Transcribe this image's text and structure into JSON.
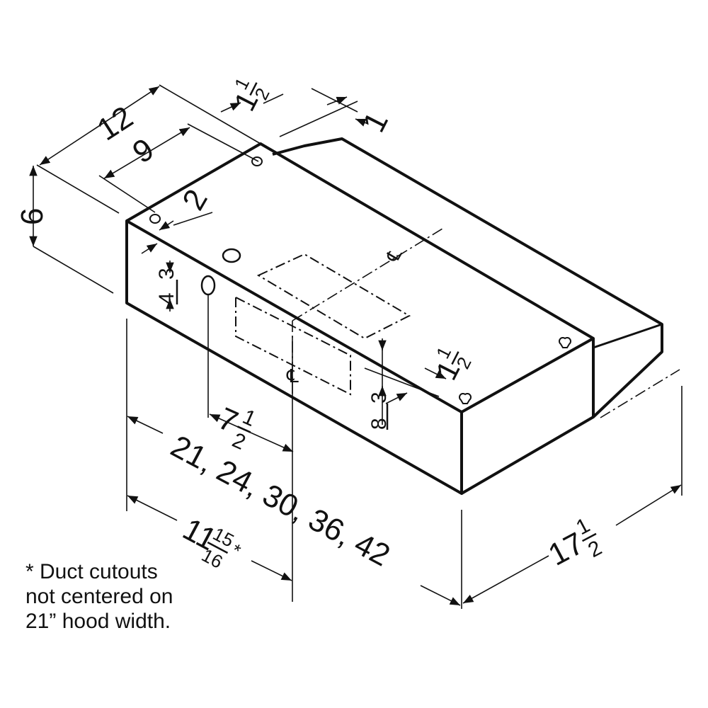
{
  "dimensions": {
    "depth_top": "12",
    "depth_mid": "9",
    "height": "6",
    "back_offset": "1",
    "damper_top": {
      "whole": "1",
      "num": "1",
      "den": "2"
    },
    "damper_bottom": {
      "whole": "1",
      "num": "1",
      "den": "2"
    },
    "cutout_depth": "2",
    "cutout_width": {
      "num": "3",
      "den": "4"
    },
    "cutout_small": {
      "num": "3",
      "den": "8"
    },
    "cutout_offset": {
      "whole": "7",
      "num": "1",
      "den": "2"
    },
    "widths": "21, 24, 30, 36, 42",
    "duct_offset": {
      "whole": "11",
      "num": "15",
      "den": "16",
      "mark": "*"
    },
    "overall_depth": {
      "whole": "17",
      "num": "1",
      "den": "2"
    },
    "centerline": "℄"
  },
  "note": {
    "line1": "* Duct cutouts",
    "line2": "not centered on",
    "line3": "21” hood width."
  }
}
